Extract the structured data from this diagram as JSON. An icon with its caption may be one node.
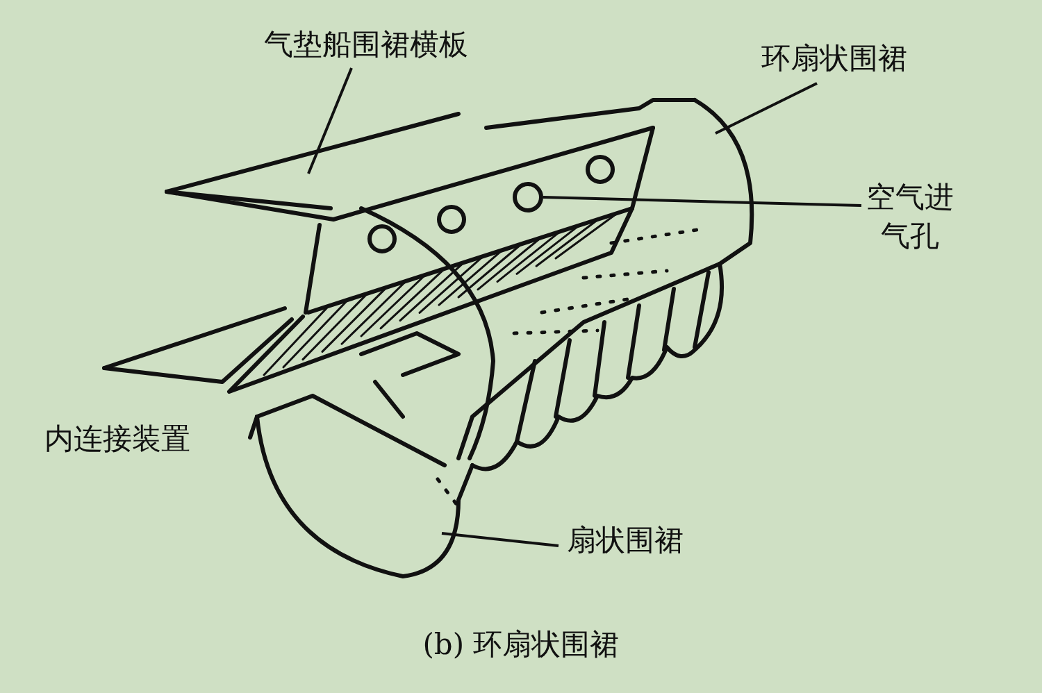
{
  "diagram": {
    "caption": "(b) 环扇状围裙",
    "nodes": [
      {
        "text": [
          "气垫船围裙横板"
        ]
      },
      {
        "text": [
          "环扇状围裙"
        ]
      },
      {
        "text": [
          "空气进气孔"
        ]
      },
      {
        "text": [
          "扇状围裙"
        ]
      },
      {
        "text": [],
        "shape": "circle"
      }
    ],
    "edges": [
      {
        "from": 0,
        "to": null,
        "arrow": "none"
      },
      {
        "from": 1,
        "to": null,
        "arrow": "none"
      },
      {
        "from": 2,
        "to": 4,
        "arrow": "none"
      },
      {
        "from": 3,
        "to": null,
        "arrow": "none"
      }
    ],
    "labels": [
      "内连接装置"
    ]
  }
}
